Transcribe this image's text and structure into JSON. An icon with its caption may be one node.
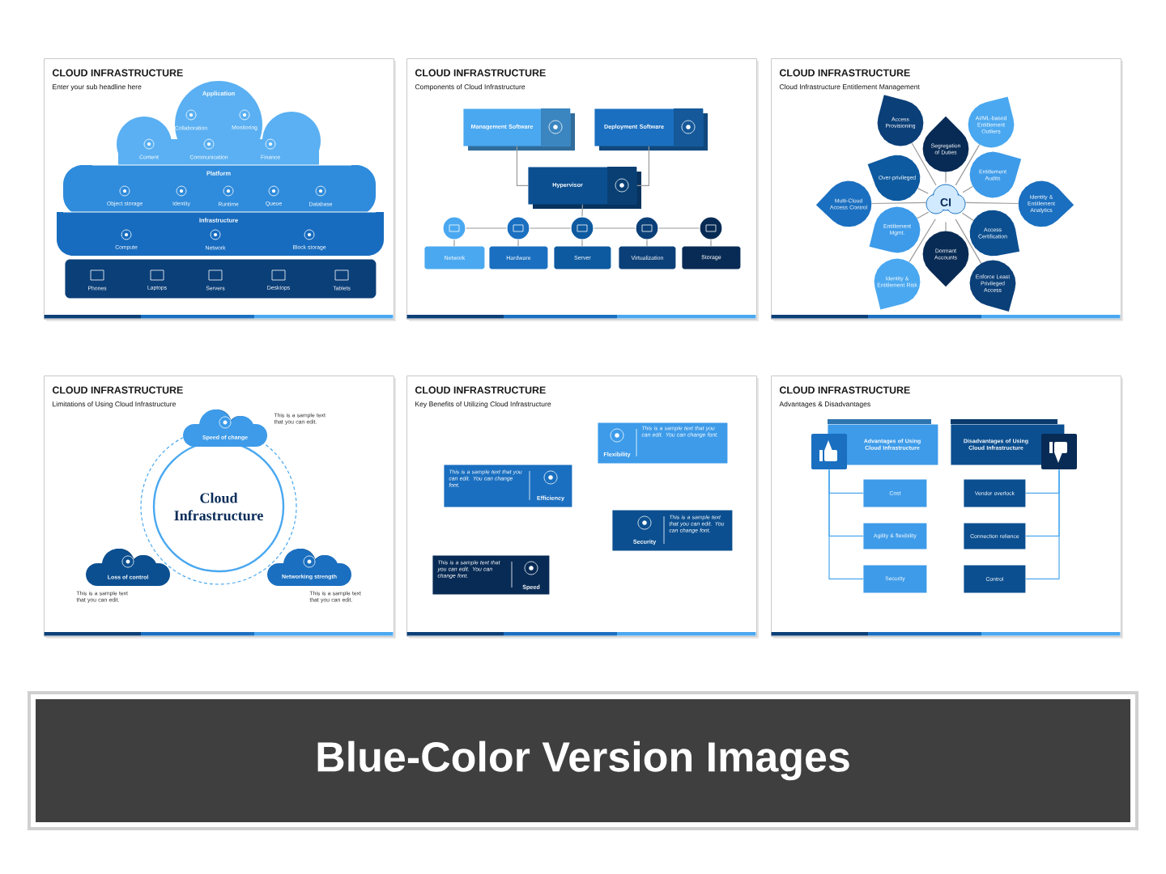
{
  "diagram": {
    "nodes": [
      {
        "text": [
          "CLOUD INFRASTRUCTURE",
          "Enter your sub headline here"
        ]
      },
      {
        "text": [
          "Application",
          "Collaboration",
          "Monitoring",
          "Content",
          "Communication",
          "Finance"
        ],
        "in": 0
      },
      {
        "text": [
          "Platform",
          "Object storage",
          "Identity",
          "Runtime",
          "Queue",
          "Database"
        ],
        "in": 0
      },
      {
        "text": [
          "Infrastructure",
          "Compute",
          "Network",
          "Block storage"
        ],
        "in": 0
      },
      {
        "text": [
          "Phones",
          "Laptops",
          "Servers",
          "Desktops",
          "Tablets"
        ],
        "in": 0
      },
      {
        "text": [
          "CLOUD INFRASTRUCTURE",
          "Components of Cloud Infrastructure"
        ]
      },
      {
        "text": [
          "Management Software"
        ],
        "in": 5
      },
      {
        "text": [
          "Deployment Software"
        ],
        "in": 5
      },
      {
        "text": [
          "Hypervisor"
        ],
        "in": 5
      },
      {
        "text": [
          "Network"
        ],
        "in": 5
      },
      {
        "text": [
          "Hardware"
        ],
        "in": 5
      },
      {
        "text": [
          "Server"
        ],
        "in": 5
      },
      {
        "text": [
          "Virtualization"
        ],
        "in": 5
      },
      {
        "text": [
          "Storage"
        ],
        "in": 5
      },
      {
        "text": [
          "CLOUD INFRASTRUCTURE",
          "Cloud Infrastructure Entitlement Management"
        ]
      },
      {
        "text": [
          "CI"
        ],
        "in": 14
      },
      {
        "text": [
          "Access Provisioning"
        ],
        "in": 14
      },
      {
        "text": [
          "AI/ML-based Entitlement Outliers"
        ],
        "in": 14
      },
      {
        "text": [
          "Segregation of Duties"
        ],
        "in": 14
      },
      {
        "text": [
          "Over-privileged"
        ],
        "in": 14
      },
      {
        "text": [
          "Entitlement Audits"
        ],
        "in": 14
      },
      {
        "text": [
          "Multi-Cloud Access Control"
        ],
        "in": 14
      },
      {
        "text": [
          "Identity & Entitlement Analytics"
        ],
        "in": 14
      },
      {
        "text": [
          "Entitlement Mgmt."
        ],
        "in": 14
      },
      {
        "text": [
          "Access Certification"
        ],
        "in": 14
      },
      {
        "text": [
          "Dormant Accounts"
        ],
        "in": 14
      },
      {
        "text": [
          "Identity & Entitlement Risk"
        ],
        "in": 14
      },
      {
        "text": [
          "Enforce Least Privileged Access"
        ],
        "in": 14
      },
      {
        "text": [
          "CLOUD INFRASTRUCTURE",
          "Limitations of Using Cloud Infrastructure"
        ]
      },
      {
        "text": [
          "Cloud Infrastructure"
        ],
        "in": 28
      },
      {
        "text": [
          "Speed of change"
        ],
        "beside": [
          "This is a sample text that you can edit."
        ],
        "in": 28
      },
      {
        "text": [
          "Loss of control"
        ],
        "beside": [
          "This is a sample text that you can edit."
        ],
        "in": 28
      },
      {
        "text": [
          "Networking strength"
        ],
        "beside": [
          "This is a sample text that you can edit."
        ],
        "in": 28
      },
      {
        "text": [
          "CLOUD INFRASTRUCTURE",
          "Key Benefits of Utilizing Cloud Infrastructure"
        ]
      },
      {
        "text": [
          "Flexibility",
          "This is a sample text that you can edit. You can change font."
        ],
        "in": 33
      },
      {
        "text": [
          "Efficiency",
          "This is a sample text that you can edit. You can change font."
        ],
        "in": 33
      },
      {
        "text": [
          "Security",
          "This is a sample text that you can edit. You can change font."
        ],
        "in": 33
      },
      {
        "text": [
          "Speed",
          "This is a sample text that you can edit. You can change font."
        ],
        "in": 33
      },
      {
        "text": [
          "CLOUD INFRASTRUCTURE",
          "Advantages & Disadvantages"
        ]
      },
      {
        "text": [
          "Advantages of Using Cloud Infrastructure"
        ],
        "in": 38
      },
      {
        "text": [
          "Disadvantages of Using Cloud Infrastructure"
        ],
        "in": 38
      },
      {
        "text": [
          "Cost"
        ],
        "in": 38
      },
      {
        "text": [
          "Agility & flexibility"
        ],
        "in": 38
      },
      {
        "text": [
          "Security"
        ],
        "in": 38
      },
      {
        "text": [
          "Vendor overlock"
        ],
        "in": 38
      },
      {
        "text": [
          "Connection reliance"
        ],
        "in": 38
      },
      {
        "text": [
          "Control"
        ],
        "in": 38
      },
      {
        "text": [
          "Blue-Color Version Images"
        ]
      }
    ],
    "edges": [
      {
        "from": 6,
        "to": 8,
        "arrow": "none"
      },
      {
        "from": 7,
        "to": 8,
        "arrow": "none"
      },
      {
        "from": 8,
        "to": 11,
        "arrow": "none"
      },
      {
        "from": 9,
        "to": 10,
        "arrow": "none"
      },
      {
        "from": 10,
        "to": 11,
        "arrow": "none"
      },
      {
        "from": 11,
        "to": 12,
        "arrow": "none"
      },
      {
        "from": 12,
        "to": 13,
        "arrow": "none"
      },
      {
        "from": 15,
        "to": 16,
        "arrow": "none"
      },
      {
        "from": 15,
        "to": 17,
        "arrow": "none"
      },
      {
        "from": 15,
        "to": 18,
        "arrow": "none"
      },
      {
        "from": 15,
        "to": 19,
        "arrow": "none"
      },
      {
        "from": 15,
        "to": 20,
        "arrow": "none"
      },
      {
        "from": 15,
        "to": 21,
        "arrow": "none"
      },
      {
        "from": 15,
        "to": 22,
        "arrow": "none"
      },
      {
        "from": 15,
        "to": 23,
        "arrow": "none"
      },
      {
        "from": 15,
        "to": 24,
        "arrow": "none"
      },
      {
        "from": 15,
        "to": 25,
        "arrow": "none"
      },
      {
        "from": 15,
        "to": 26,
        "arrow": "none"
      },
      {
        "from": 15,
        "to": 27,
        "arrow": "none"
      },
      {
        "from": 39,
        "to": 41,
        "arrow": "none",
        "color": "#4aa8f0"
      },
      {
        "from": 39,
        "to": 42,
        "arrow": "none",
        "color": "#4aa8f0"
      },
      {
        "from": 39,
        "to": 43,
        "arrow": "none",
        "color": "#4aa8f0"
      },
      {
        "from": 40,
        "to": 44,
        "arrow": "none",
        "color": "#4aa8f0"
      },
      {
        "from": 40,
        "to": 45,
        "arrow": "none",
        "color": "#4aa8f0"
      },
      {
        "from": 40,
        "to": 46,
        "arrow": "none",
        "color": "#4aa8f0"
      }
    ]
  }
}
